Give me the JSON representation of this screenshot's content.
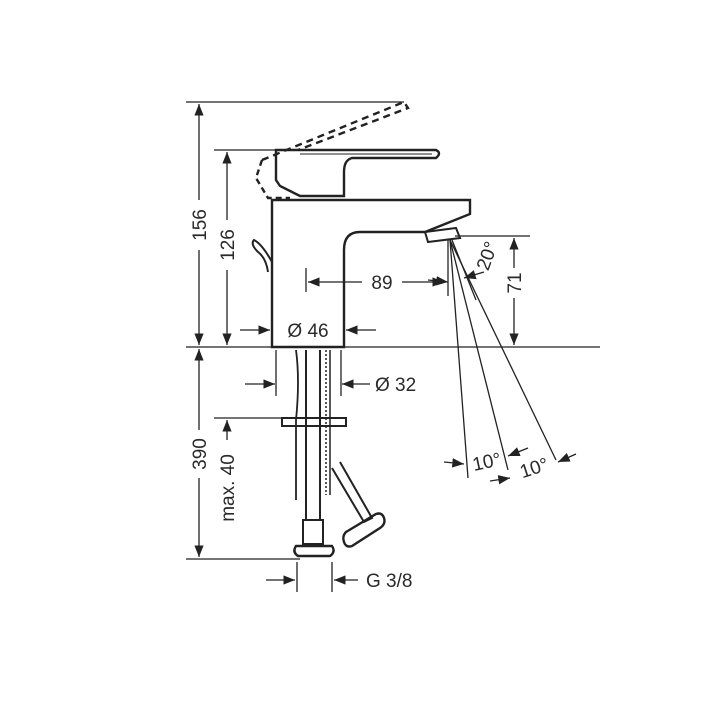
{
  "drawing": {
    "subject": "Single lever basin mixer faucet — dimension drawing",
    "line_color": "#222222",
    "dimensions": {
      "total_height": "156",
      "body_height": "126",
      "spout_reach": "89",
      "spout_clearance": "71",
      "base_diameter": "Ø 46",
      "hole_diameter": "Ø 32",
      "install_length": "390",
      "max_thickness": "max. 40",
      "connection": "G 3/8",
      "spray_angle_top": "20°",
      "spray_angle_1": "10°",
      "spray_angle_2": "10°"
    }
  }
}
